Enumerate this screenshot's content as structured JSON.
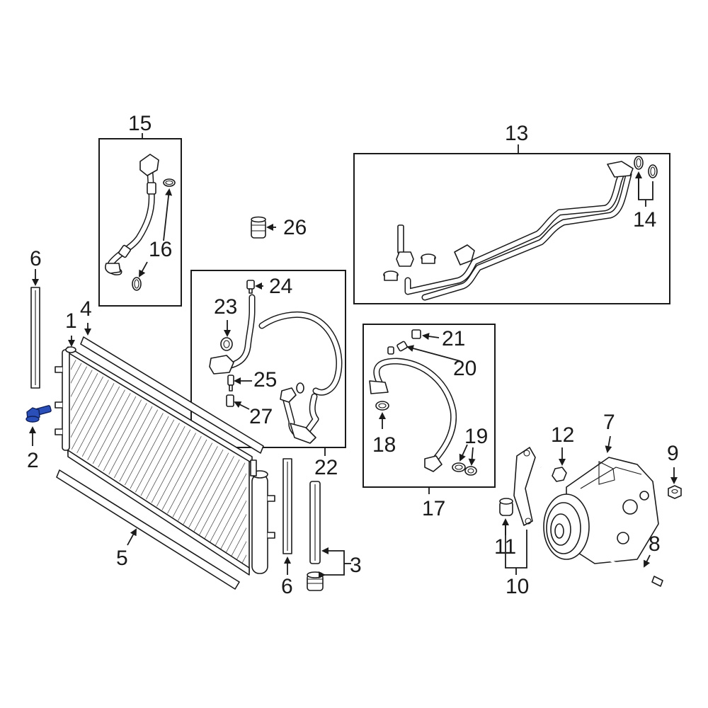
{
  "diagram": {
    "callouts": {
      "c1": "1",
      "c2": "2",
      "c3": "3",
      "c4": "4",
      "c5": "5",
      "c6a": "6",
      "c6b": "6",
      "c7": "7",
      "c8": "8",
      "c9": "9",
      "c10": "10",
      "c11": "11",
      "c12": "12",
      "c13": "13",
      "c14": "14",
      "c15": "15",
      "c16": "16",
      "c17": "17",
      "c18": "18",
      "c19": "19",
      "c20": "20",
      "c21": "21",
      "c22": "22",
      "c23": "23",
      "c24": "24",
      "c25": "25",
      "c26": "26",
      "c27": "27"
    },
    "highlight_color": "#2b4fb8",
    "line_color": "#1a1a1a"
  }
}
